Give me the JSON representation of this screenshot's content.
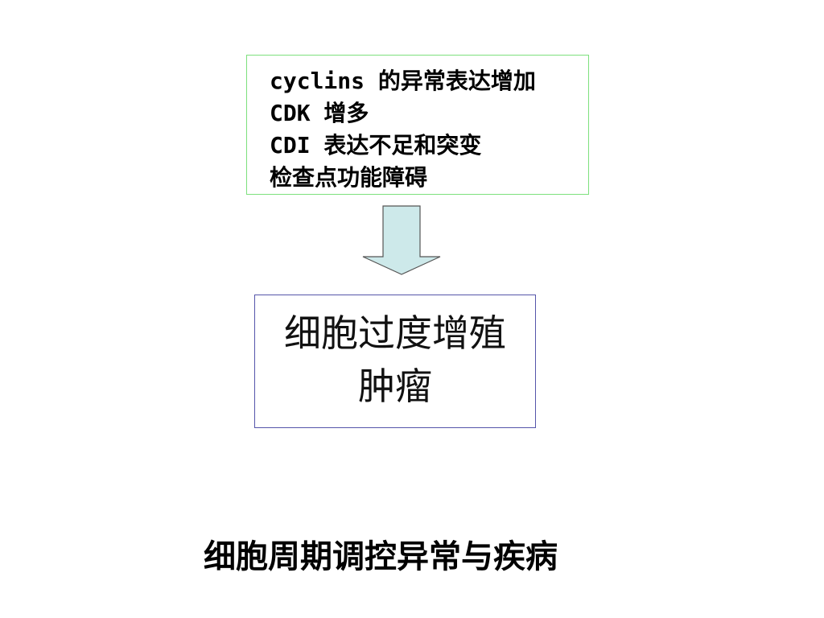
{
  "diagram": {
    "causes": [
      "cyclins 的异常表达增加",
      "CDK 增多",
      "CDI 表达不足和突变",
      "检查点功能障碍"
    ],
    "results": [
      "细胞过度增殖",
      "肿瘤"
    ],
    "title": "细胞周期调控异常与疾病",
    "colors": {
      "cause_border": "#7de07d",
      "result_border": "#5555aa",
      "arrow_fill": "#cde9ea",
      "arrow_stroke": "#555555"
    }
  }
}
